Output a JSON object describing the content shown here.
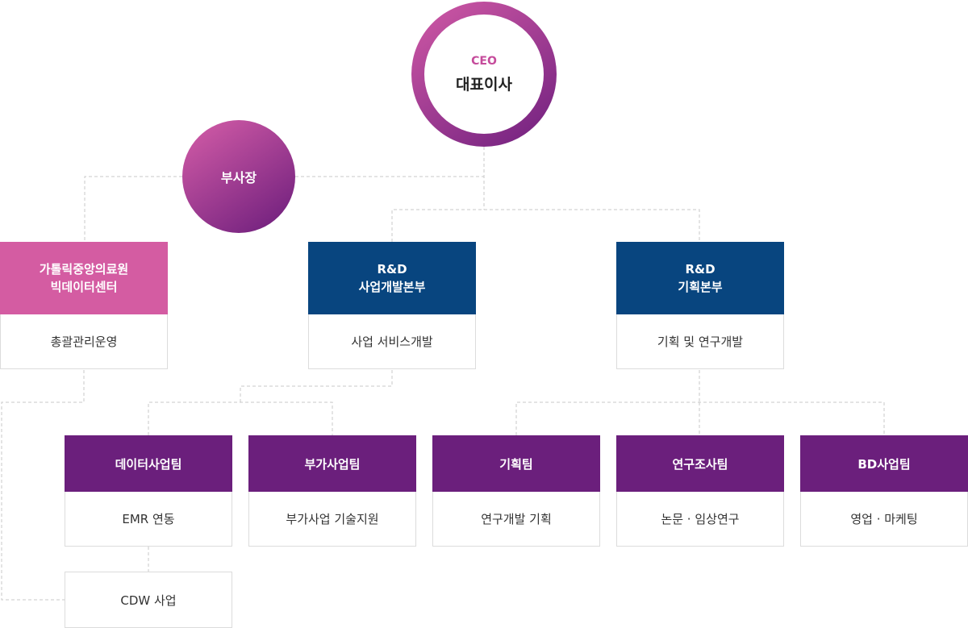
{
  "ceo": {
    "en": "CEO",
    "ko": "대표이사"
  },
  "vice_president": {
    "label": "부사장"
  },
  "divisions": [
    {
      "title_lines": [
        "가톨릭중앙의료원",
        "빅데이터센터"
      ],
      "subtitle": "총괄관리운영",
      "color": "#d45ca2"
    },
    {
      "title_lines": [
        "R&D",
        "사업개발본부"
      ],
      "subtitle": "사업 서비스개발",
      "color": "#08457f"
    },
    {
      "title_lines": [
        "R&D",
        "기획본부"
      ],
      "subtitle": "기획 및 연구개발",
      "color": "#08457f"
    }
  ],
  "teams": [
    {
      "title": "데이터사업팀",
      "subtitle": "EMR 연동"
    },
    {
      "title": "부가사업팀",
      "subtitle": "부가사업 기술지원"
    },
    {
      "title": "기획팀",
      "subtitle": "연구개발 기획"
    },
    {
      "title": "연구조사팀",
      "subtitle": "논문 · 임상연구"
    },
    {
      "title": "BD사업팀",
      "subtitle": "영업 · 마케팅"
    }
  ],
  "extra_unit": {
    "label": "CDW 사업"
  },
  "colors": {
    "team_purple": "#6b1f7c",
    "connector": "#c8c8c8"
  }
}
